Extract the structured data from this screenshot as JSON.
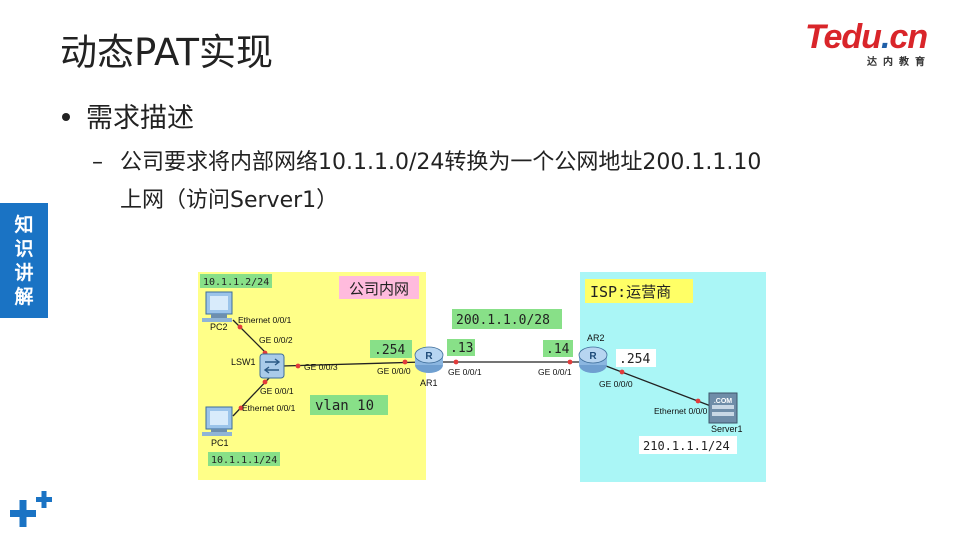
{
  "slide": {
    "title": "动态PAT实现",
    "bullet1": "需求描述",
    "bullet2_dash": "–",
    "bullet2_line1": "公司要求将内部网络10.1.1.0/24转换为一个公网地址200.1.1.10",
    "bullet2_line2": "上网（访问Server1）",
    "side_tab": [
      "知",
      "识",
      "讲",
      "解"
    ]
  },
  "logo": {
    "main_red": "Tedu",
    "dot": ".",
    "main_blue": "cn",
    "sub": "达内教育"
  },
  "colors": {
    "company_zone": "#ffff88",
    "isp_zone": "#aaf6f6",
    "label_green": "#88e088",
    "zone_title_bg": "#ffbbdd",
    "side_tab": "#1a73c4",
    "logo_red": "#d9252a",
    "logo_blue": "#1f5fa8"
  },
  "diagram": {
    "zones": {
      "company": "公司内网",
      "isp": "ISP:运营商"
    },
    "devices": {
      "pc2": "PC2",
      "pc1": "PC1",
      "lsw1": "LSW1",
      "ar1": "AR1",
      "ar2": "AR2",
      "server1": "Server1"
    },
    "ports": {
      "pc2_eth": "Ethernet 0/0/1",
      "lsw1_ge002": "GE 0/0/2",
      "lsw1_ge003": "GE 0/0/3",
      "lsw1_ge001": "GE 0/0/1",
      "pc1_eth": "Ethernet 0/0/1",
      "ar1_ge000": "GE 0/0/0",
      "ar1_ge001": "GE 0/0/1",
      "ar2_ge001": "GE 0/0/1",
      "ar2_ge000": "GE 0/0/0",
      "server_eth": "Ethernet 0/0/0"
    },
    "labels": {
      "pc2_ip": "10.1.1.2/24",
      "pc1_ip": "10.1.1.1/24",
      "ar1_inside": ".254",
      "vlan": "vlan 10",
      "wan_net": "200.1.1.0/28",
      "ar1_wan": ".13",
      "ar2_wan": ".14",
      "ar2_inside": ".254",
      "server_ip": "210.1.1.1/24",
      "server_badge": ".COM",
      "router_glyph": "R"
    }
  }
}
